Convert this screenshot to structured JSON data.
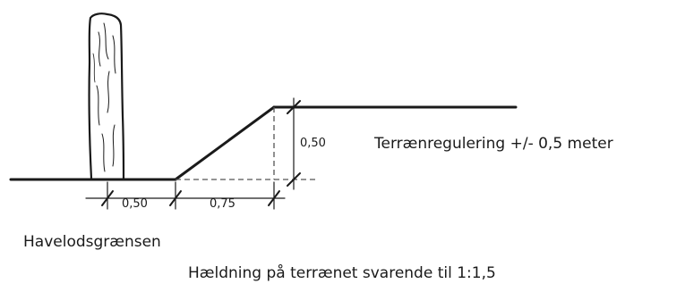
{
  "diagram": {
    "title": "Terrænregulering +/- 0,5 meter",
    "boundary_label": "Havelodsgrænsen",
    "slope_caption": "Hældning på terrænet svarende til 1:1,5",
    "dimensions": {
      "offset": "0,50",
      "run": "0,75",
      "rise": "0,50"
    },
    "colors": {
      "ink": "#1a1a1a",
      "hatch": "#555555"
    },
    "icons": {
      "boundary_marker": "tree-trunk-icon"
    }
  }
}
